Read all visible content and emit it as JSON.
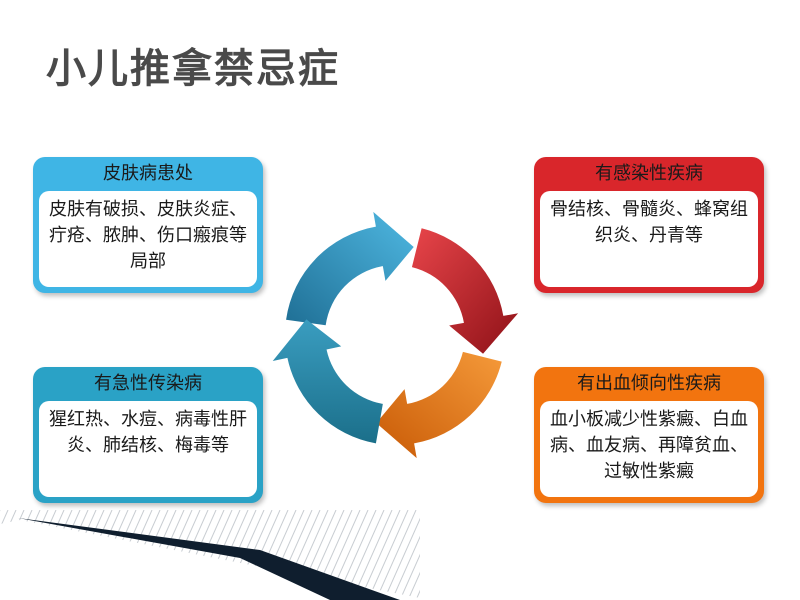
{
  "title": "小儿推拿禁忌症",
  "cards": {
    "skin": {
      "header": "皮肤病患处",
      "body": "皮肤有破损、皮肤炎症、疔疮、脓肿、伤口瘢痕等局部"
    },
    "infection": {
      "header": "有感染性疾病",
      "body": "骨结核、骨髓炎、蜂窝组织炎、丹青等"
    },
    "acute": {
      "header": "有急性传染病",
      "body": "猩红热、水痘、病毒性肝炎、肺结核、梅毒等"
    },
    "blood": {
      "header": "有出血倾向性疾病",
      "body": "血小板减少性紫癜、白血病、血友病、再障贫血、过敏性紫癜"
    }
  },
  "colors": {
    "skin": "#3fb5e5",
    "infection": "#d9262b",
    "acute": "#2aa2c6",
    "blood": "#f2740f",
    "title": "#4a4a4a"
  },
  "icons": [
    "cycle-arrow-blue-icon",
    "cycle-arrow-red-icon",
    "cycle-arrow-orange-icon",
    "cycle-arrow-teal-icon"
  ]
}
